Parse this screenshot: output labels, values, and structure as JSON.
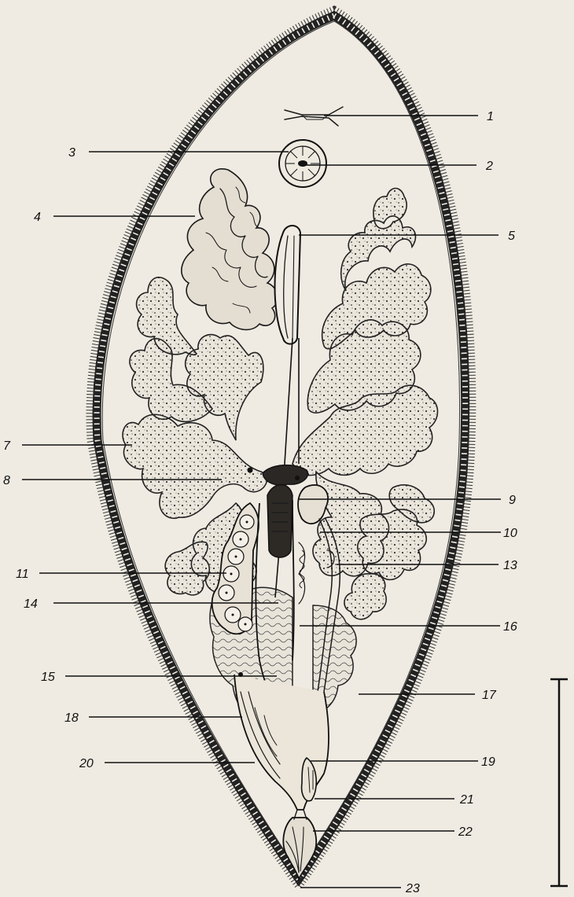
{
  "figure": {
    "labels": [
      "1",
      "2",
      "3",
      "4",
      "5",
      "7",
      "8",
      "9",
      "10",
      "11",
      "13",
      "14",
      "15",
      "16",
      "17",
      "18",
      "19",
      "20",
      "21",
      "22",
      "23"
    ],
    "scale_bar_label": ""
  }
}
